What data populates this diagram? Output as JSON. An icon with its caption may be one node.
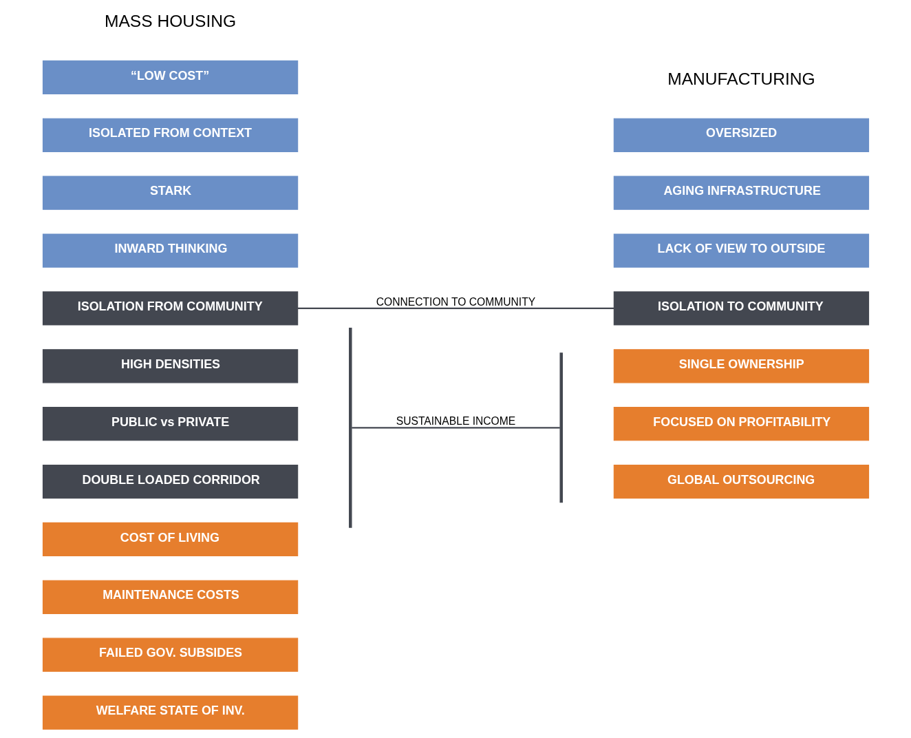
{
  "diagram": {
    "nodes": [
      {
        "text": [
          "“LOW COST”"
        ]
      },
      {
        "text": [
          "ISOLATED FROM CONTEXT"
        ]
      },
      {
        "text": [
          "STARK"
        ]
      },
      {
        "text": [
          "INWARD THINKING"
        ]
      },
      {
        "text": [
          "ISOLATION FROM COMMUNITY"
        ]
      },
      {
        "text": [
          "HIGH DENSITIES"
        ]
      },
      {
        "text": [
          "PUBLIC vs PRIVATE"
        ]
      },
      {
        "text": [
          "DOUBLE LOADED CORRIDOR"
        ]
      },
      {
        "text": [
          "COST OF LIVING"
        ]
      },
      {
        "text": [
          "MAINTENANCE COSTS"
        ]
      },
      {
        "text": [
          "FAILED GOV. SUBSIDES"
        ]
      },
      {
        "text": [
          "WELFARE STATE OF INV."
        ]
      },
      {
        "text": [
          "OVERSIZED"
        ]
      },
      {
        "text": [
          "AGING INFRASTRUCTURE"
        ]
      },
      {
        "text": [
          "LACK OF VIEW TO OUTSIDE"
        ]
      },
      {
        "text": [
          "ISOLATION TO COMMUNITY"
        ]
      },
      {
        "text": [
          "SINGLE OWNERSHIP"
        ]
      },
      {
        "text": [
          "FOCUSED ON PROFITABILITY"
        ]
      },
      {
        "text": [
          "GLOBAL OUTSOURCING"
        ]
      },
      {
        "text": [],
        "shape": "bracket"
      },
      {
        "text": [],
        "shape": "bracket"
      }
    ],
    "edges": [
      {
        "from": 4,
        "to": 15,
        "label": "CONNECTION TO COMMUNITY",
        "arrow": "none"
      },
      {
        "from": 19,
        "to": 20,
        "label": "SUSTAINABLE INCOME",
        "arrow": "none"
      }
    ],
    "labels": [
      "MASS HOUSING",
      "MANUFACTURING"
    ]
  }
}
